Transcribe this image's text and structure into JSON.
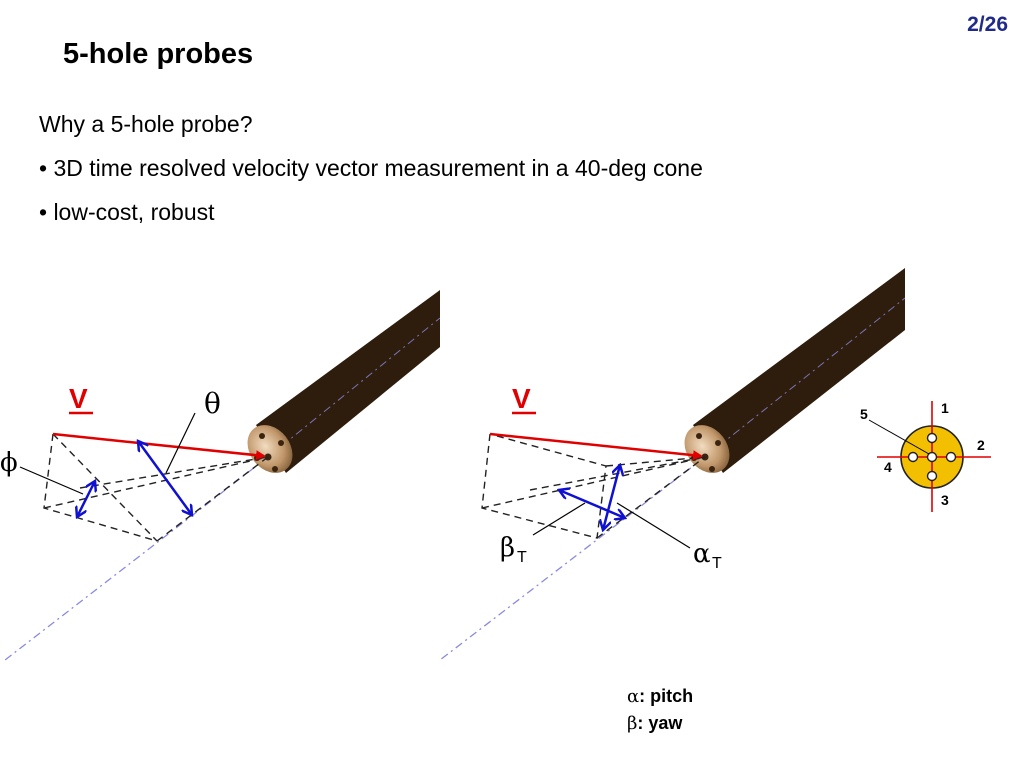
{
  "page_number": "2/26",
  "title": "5-hole probes",
  "intro": "Why a 5-hole probe?",
  "bullets": [
    "• 3D time resolved velocity vector measurement in a 40-deg cone",
    "• low-cost, robust"
  ],
  "left_figure": {
    "velocity_label": "V",
    "theta_label": "θ",
    "phi_label": "ϕ"
  },
  "right_figure": {
    "velocity_label": "V",
    "beta_label": "β",
    "beta_subscript": "T",
    "alpha_label": "α",
    "alpha_subscript": "T"
  },
  "hole_layout": {
    "hole_labels": [
      "1",
      "2",
      "3",
      "4",
      "5"
    ]
  },
  "legend": [
    {
      "symbol": "α",
      "text": ": pitch"
    },
    {
      "symbol": "β",
      "text": ": yaw"
    }
  ],
  "colors": {
    "velocity_arrow": "#e00000",
    "angle_arrows": "#1010d0",
    "probe_body": "#6b4a22",
    "probe_tip": "#f2c000",
    "title_accent": "#1f2a8a"
  }
}
